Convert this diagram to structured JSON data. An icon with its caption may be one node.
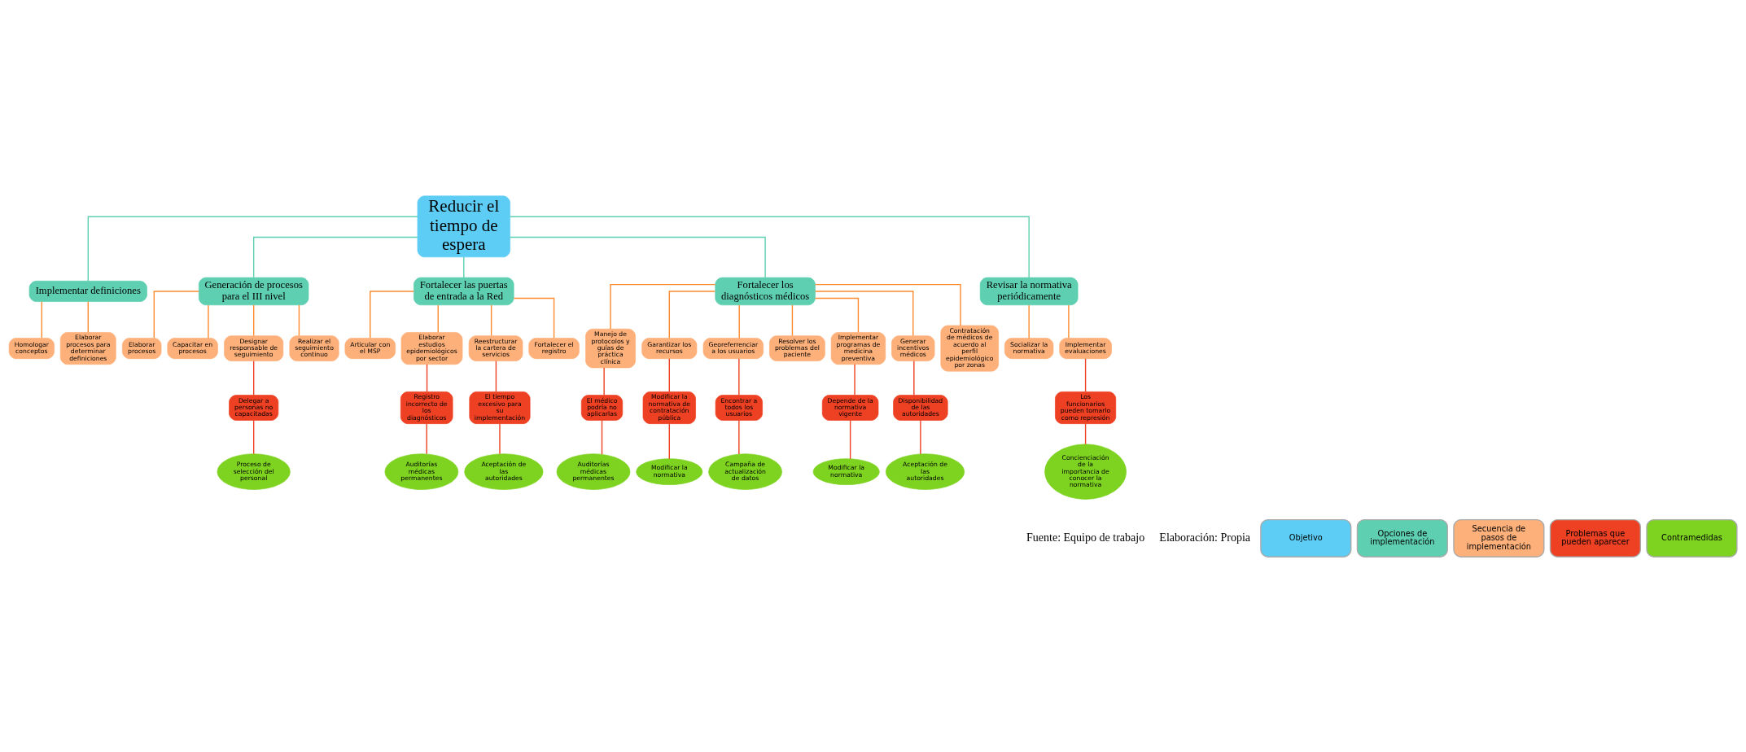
{
  "diagram": {
    "nodes": [
      {
        "text": [
          "Reducir el tiempo de espera"
        ]
      },
      {
        "text": [
          "Implementar definiciones"
        ]
      },
      {
        "text": [
          "Generación de procesos para el III nivel"
        ]
      },
      {
        "text": [
          "Fortalecer las puertas de entrada a la Red"
        ]
      },
      {
        "text": [
          "Fortalecer los diagnósticos médicos"
        ]
      },
      {
        "text": [
          "Revisar la normativa periódicamente"
        ]
      },
      {
        "text": [
          "Homologar conceptos"
        ]
      },
      {
        "text": [
          "Elaborar procesos para determinar definiciones"
        ]
      },
      {
        "text": [
          "Elaborar procesos"
        ]
      },
      {
        "text": [
          "Capacitar en procesos"
        ]
      },
      {
        "text": [
          "Designar responsable de seguimiento"
        ]
      },
      {
        "text": [
          "Realizar el seguimiento continuo"
        ]
      },
      {
        "text": [
          "Articular con el MSP"
        ]
      },
      {
        "text": [
          "Elaborar estudios epidemiológicos por sector"
        ]
      },
      {
        "text": [
          "Reestructurar la cartera de servicios"
        ]
      },
      {
        "text": [
          "Fortalecer el registro"
        ]
      },
      {
        "text": [
          "Manejo de protocolos y guías de práctica clínica"
        ]
      },
      {
        "text": [
          "Garantizar los recursos"
        ]
      },
      {
        "text": [
          "Georeferrenciar a los usuarios"
        ]
      },
      {
        "text": [
          "Resolver los problemas del paciente"
        ]
      },
      {
        "text": [
          "Implementar programas de medicina preventiva"
        ]
      },
      {
        "text": [
          "Generar incentivos médicos"
        ]
      },
      {
        "text": [
          "Contratación de médicos de acuerdo al perfil epidemiológico por zonas"
        ]
      },
      {
        "text": [
          "Socializar la normativa"
        ]
      },
      {
        "text": [
          "Implementar evaluaciones"
        ]
      },
      {
        "text": [
          "Delegar a personas no capacitadas"
        ]
      },
      {
        "text": [
          "Registro incorrecto de los diagnósticos"
        ]
      },
      {
        "text": [
          "El tiempo excesivo para su implementación"
        ]
      },
      {
        "text": [
          "Modificar la normativa de contratación pública"
        ]
      },
      {
        "text": [
          "El médico podría no aplicarlas"
        ]
      },
      {
        "text": [
          "Encontrar a todos los usuarios"
        ]
      },
      {
        "text": [
          "Depende de la normativa vigente"
        ]
      },
      {
        "text": [
          "Disponibilidad de las autoridades"
        ]
      },
      {
        "text": [
          "Los funcionarios pueden tomarlo como represión"
        ]
      },
      {
        "text": [
          "Proceso de selección del personal"
        ]
      },
      {
        "text": [
          "Auditorías médicas permanentes"
        ]
      },
      {
        "text": [
          "Aceptación de las autoridades"
        ]
      },
      {
        "text": [
          "Modificar la normativa"
        ]
      },
      {
        "text": [
          "Auditorías médicas permanentes"
        ]
      },
      {
        "text": [
          "Campaña de actualización de datos"
        ]
      },
      {
        "text": [
          "Modificar la normativa"
        ]
      },
      {
        "text": [
          "Aceptación de las autoridades"
        ]
      },
      {
        "text": [
          "Concienciación de la importancia de conocer la normativa"
        ]
      }
    ],
    "edges": [
      {
        "from": 0,
        "to": 1,
        "arrow": "none",
        "color": "#5ecfb0"
      },
      {
        "from": 0,
        "to": 2,
        "arrow": "none",
        "color": "#5ecfb0"
      },
      {
        "from": 0,
        "to": 3,
        "arrow": "none",
        "color": "#5ecfb0"
      },
      {
        "from": 0,
        "to": 4,
        "arrow": "none",
        "color": "#5ecfb0"
      },
      {
        "from": 0,
        "to": 5,
        "arrow": "none",
        "color": "#5ecfb0"
      },
      {
        "from": 1,
        "to": 6,
        "arrow": "none"
      },
      {
        "from": 1,
        "to": 7,
        "arrow": "none"
      },
      {
        "from": 2,
        "to": 8,
        "arrow": "none"
      },
      {
        "from": 2,
        "to": 9,
        "arrow": "none"
      },
      {
        "from": 2,
        "to": 10,
        "arrow": "none"
      },
      {
        "from": 2,
        "to": 11,
        "arrow": "none"
      },
      {
        "from": 3,
        "to": 12,
        "arrow": "none"
      },
      {
        "from": 3,
        "to": 13,
        "arrow": "none"
      },
      {
        "from": 3,
        "to": 14,
        "arrow": "none"
      },
      {
        "from": 3,
        "to": 15,
        "arrow": "none"
      },
      {
        "from": 4,
        "to": 16,
        "arrow": "none"
      },
      {
        "from": 4,
        "to": 17,
        "arrow": "none"
      },
      {
        "from": 4,
        "to": 18,
        "arrow": "none"
      },
      {
        "from": 4,
        "to": 19,
        "arrow": "none"
      },
      {
        "from": 4,
        "to": 20,
        "arrow": "none"
      },
      {
        "from": 4,
        "to": 21,
        "arrow": "none"
      },
      {
        "from": 4,
        "to": 22,
        "arrow": "none"
      },
      {
        "from": 5,
        "to": 23,
        "arrow": "none"
      },
      {
        "from": 5,
        "to": 24,
        "arrow": "none"
      },
      {
        "from": 10,
        "to": 25,
        "arrow": "none",
        "color": "#ee4022"
      },
      {
        "from": 13,
        "to": 26,
        "arrow": "none",
        "color": "#ee4022"
      },
      {
        "from": 14,
        "to": 27,
        "arrow": "none",
        "color": "#ee4022"
      },
      {
        "from": 17,
        "to": 28,
        "arrow": "none",
        "color": "#ee4022"
      },
      {
        "from": 16,
        "to": 29,
        "arrow": "none",
        "color": "#ee4022"
      },
      {
        "from": 18,
        "to": 30,
        "arrow": "none",
        "color": "#ee4022"
      },
      {
        "from": 20,
        "to": 31,
        "arrow": "none",
        "color": "#ee4022"
      },
      {
        "from": 21,
        "to": 32,
        "arrow": "none",
        "color": "#ee4022"
      },
      {
        "from": 24,
        "to": 33,
        "arrow": "none",
        "color": "#ee4022"
      },
      {
        "from": 25,
        "to": 34,
        "arrow": "none",
        "color": "#ee4022"
      },
      {
        "from": 26,
        "to": 35,
        "arrow": "none",
        "color": "#ee4022"
      },
      {
        "from": 27,
        "to": 36,
        "arrow": "none",
        "color": "#ee4022"
      },
      {
        "from": 28,
        "to": 37,
        "arrow": "none",
        "color": "#ee4022"
      },
      {
        "from": 29,
        "to": 38,
        "arrow": "none",
        "color": "#ee4022"
      },
      {
        "from": 30,
        "to": 39,
        "arrow": "none",
        "color": "#ee4022"
      },
      {
        "from": 31,
        "to": 40,
        "arrow": "none",
        "color": "#ee4022"
      },
      {
        "from": 32,
        "to": 41,
        "arrow": "none",
        "color": "#ee4022"
      },
      {
        "from": 33,
        "to": 42,
        "arrow": "none",
        "color": "#ee4022"
      }
    ],
    "labels": [
      "Fuente: Equipo de trabajo",
      "Elaboración: Propia"
    ],
    "legend": [
      {
        "text": "Objetivo",
        "color": "#5ecdf5"
      },
      {
        "text": "Opciones de implementación",
        "color": "#5ecfb0"
      },
      {
        "text": "Secuencia de pasos de implementación",
        "color": "#fdb07a"
      },
      {
        "text": "Problemas que pueden aparecer",
        "color": "#ee4022"
      },
      {
        "text": "Contramedidas",
        "color": "#7ed321"
      }
    ]
  }
}
